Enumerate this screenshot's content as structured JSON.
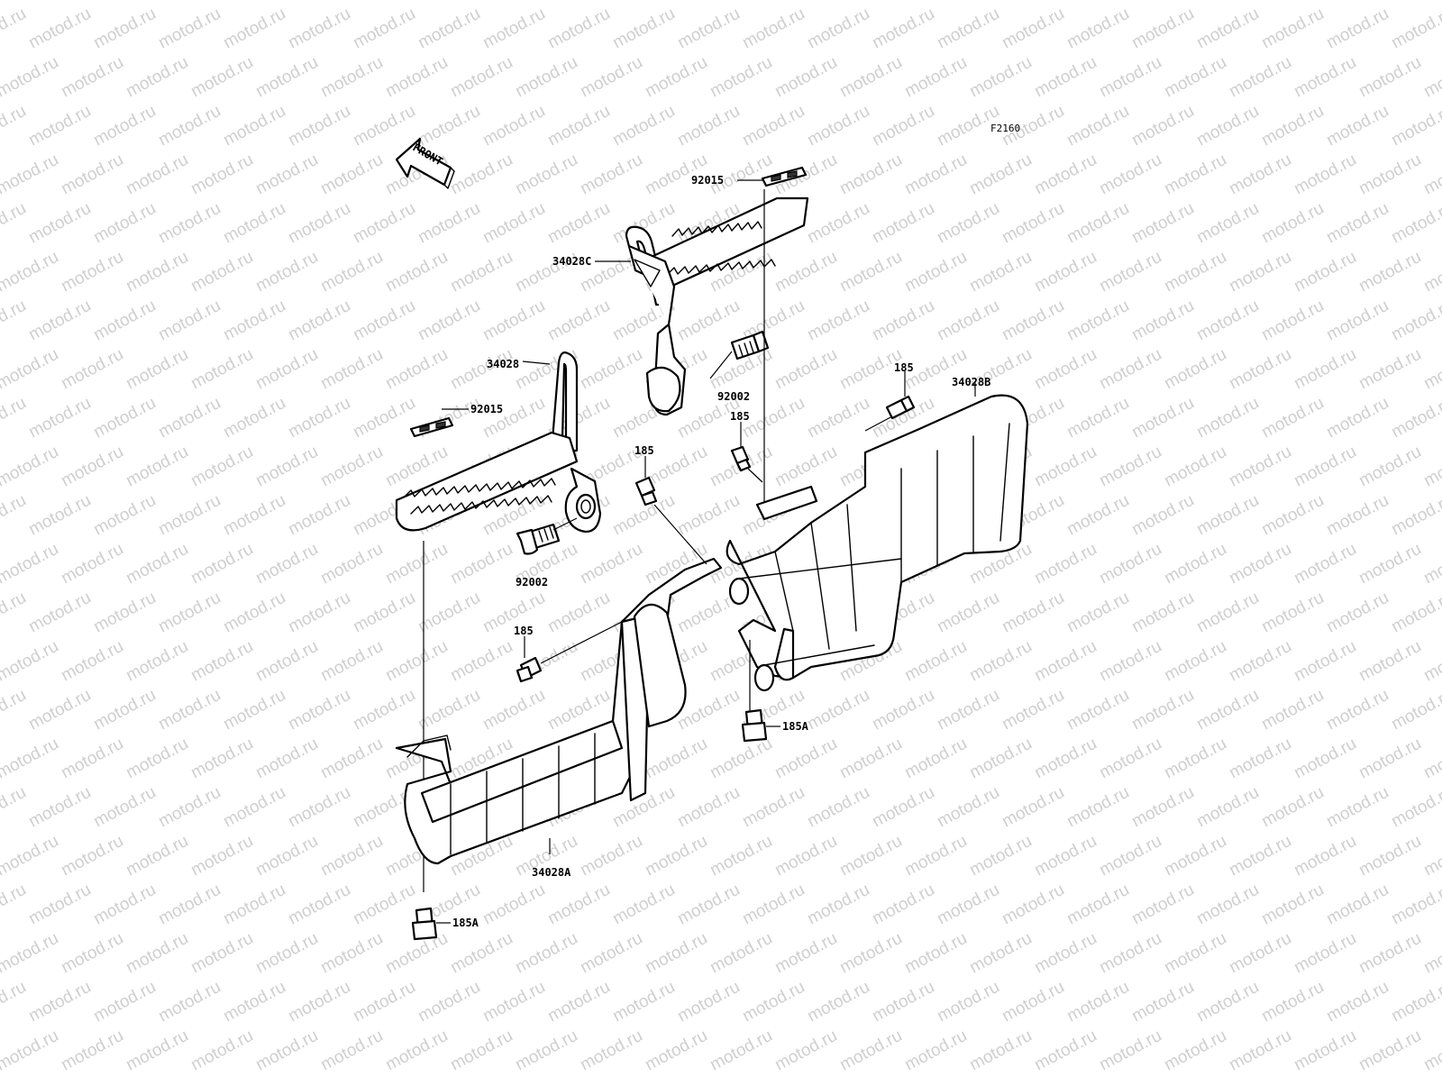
{
  "watermark": {
    "text": "motod.ru"
  },
  "diagram": {
    "code": "F2160",
    "front_arrow_label": "FRONT",
    "parts": {
      "step_right_upper": "34028C",
      "step_left": "34028",
      "pad_top": "92015",
      "pad_left": "92015",
      "bolt_upper": "92002",
      "bolt_lower": "92002",
      "guard_left": "34028A",
      "guard_right": "34028B",
      "bolt_185_a": "185",
      "bolt_185_b": "185",
      "bolt_185_c": "185",
      "bolt_185_d": "185",
      "bolt_185a_left": "185A",
      "bolt_185a_right": "185A"
    }
  }
}
